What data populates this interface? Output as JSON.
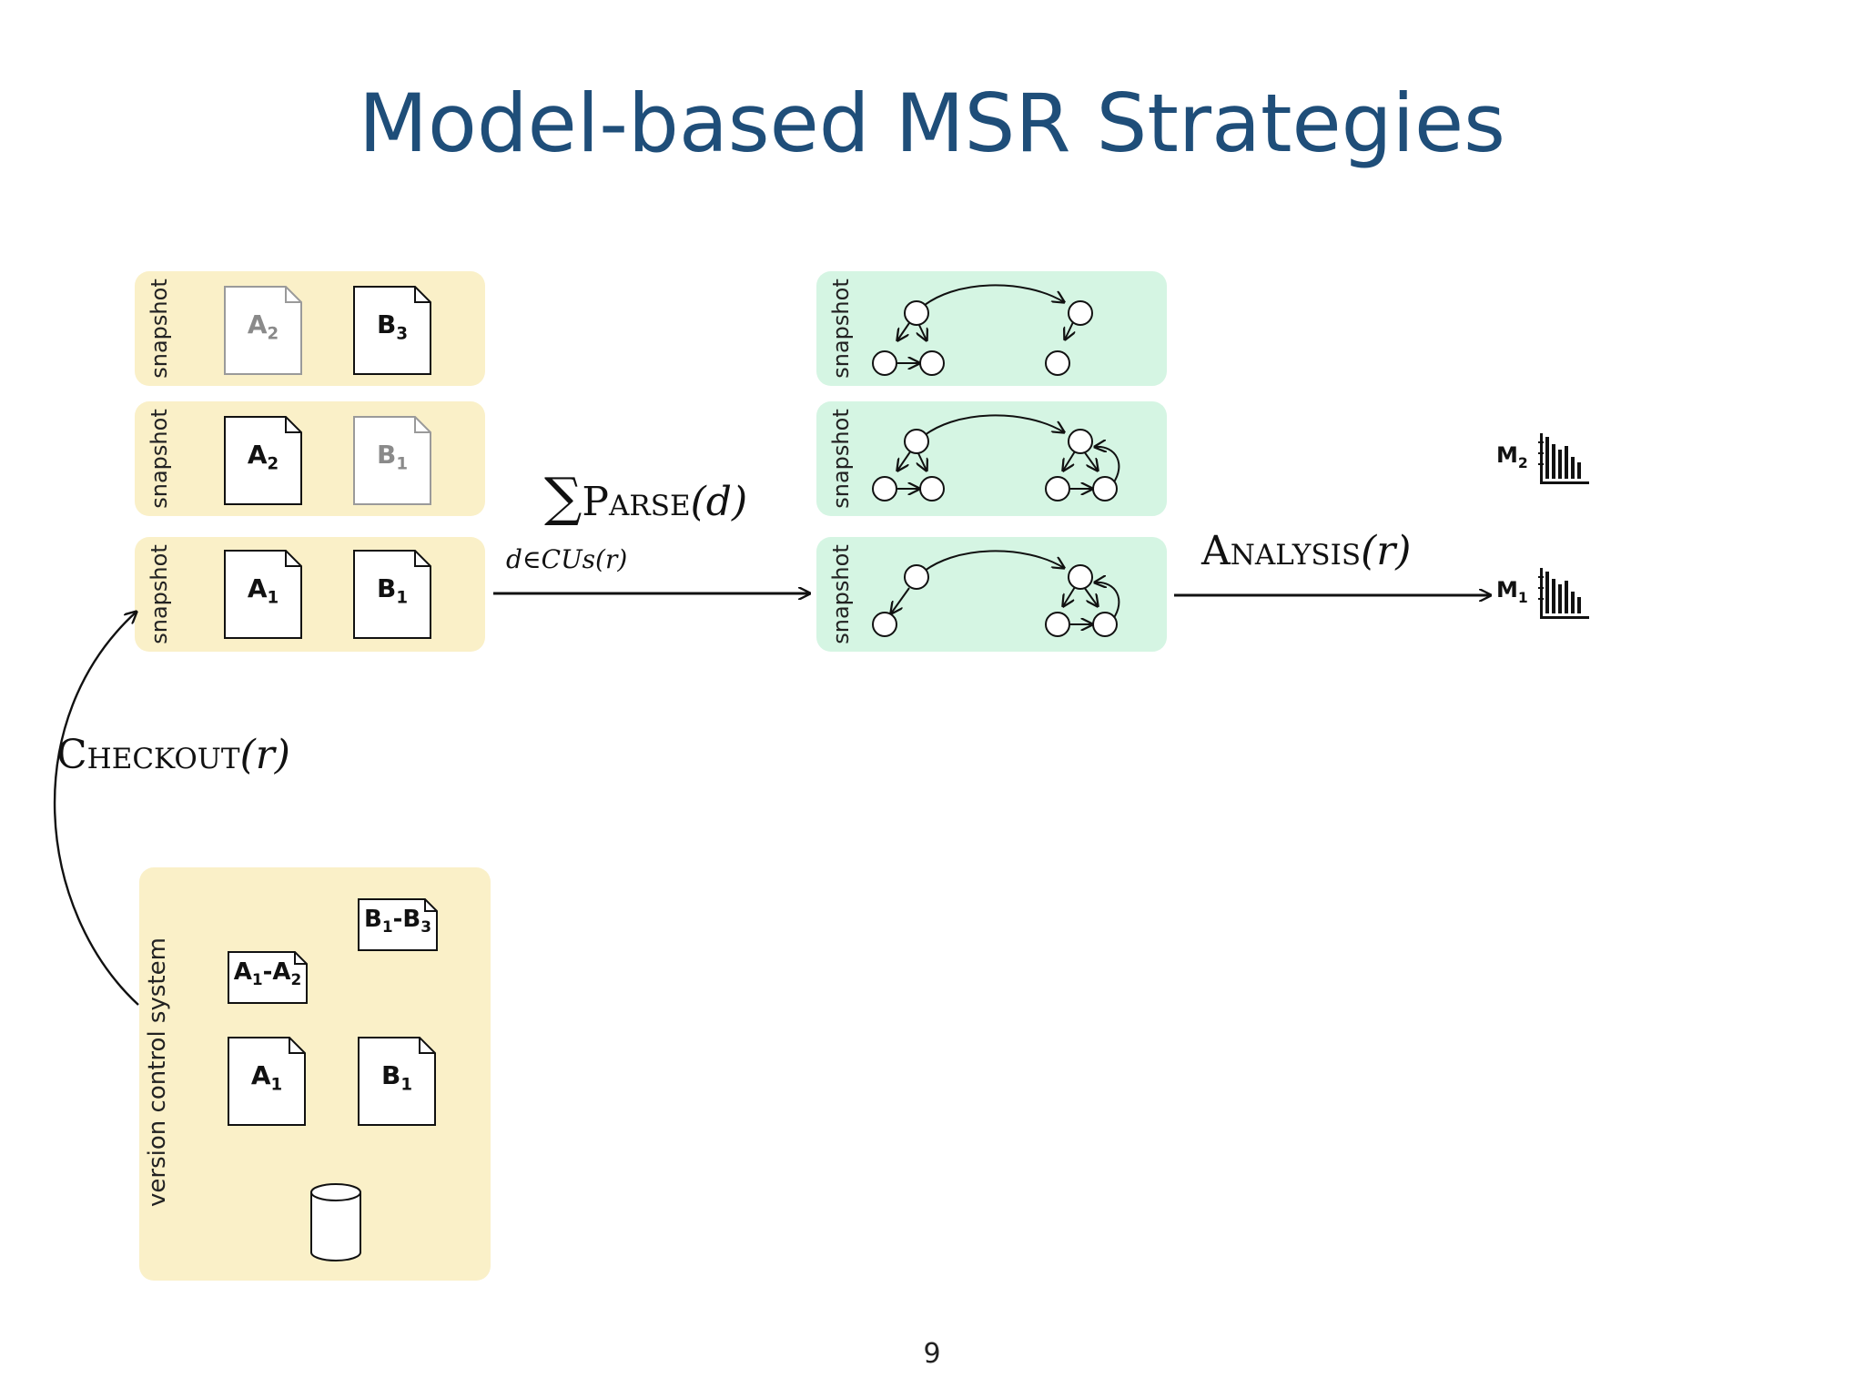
{
  "title": "Model-based MSR Strategies",
  "page_number": "9",
  "colors": {
    "title": "#1f4e79",
    "snapshot_panel": "#faf0c8",
    "graph_panel": "#d5f5e3"
  },
  "snapshot_label": "snapshot",
  "vcs_label": "version control system",
  "source_snapshots": [
    {
      "docs": [
        {
          "base": "A",
          "sub": "2",
          "faded": true
        },
        {
          "base": "B",
          "sub": "3",
          "faded": false
        }
      ]
    },
    {
      "docs": [
        {
          "base": "A",
          "sub": "2",
          "faded": false
        },
        {
          "base": "B",
          "sub": "1",
          "faded": true
        }
      ]
    },
    {
      "docs": [
        {
          "base": "A",
          "sub": "1",
          "faded": false
        },
        {
          "base": "B",
          "sub": "1",
          "faded": false
        }
      ]
    }
  ],
  "vcs_docs": [
    {
      "base": "B",
      "sub": "1",
      "sep": "-",
      "base2": "B",
      "sub2": "3"
    },
    {
      "base": "A",
      "sub": "1",
      "sep": "-",
      "base2": "A",
      "sub2": "2"
    },
    {
      "base": "A",
      "sub": "1"
    },
    {
      "base": "B",
      "sub": "1"
    }
  ],
  "parse_label": {
    "prefix": "∑",
    "op": "Parse",
    "arg": "(d)",
    "subscript": "d∈CUs(r)"
  },
  "analysis_label": {
    "op": "Analysis",
    "arg": "(r)"
  },
  "checkout_label": {
    "op": "Checkout",
    "arg": "(r)"
  },
  "metrics": [
    {
      "base": "M",
      "sub": "2"
    },
    {
      "base": "M",
      "sub": "1"
    }
  ],
  "icons": {
    "document": "document-icon",
    "database": "database-icon",
    "bar_chart": "bar-chart-icon",
    "graph": "graph-icon"
  }
}
